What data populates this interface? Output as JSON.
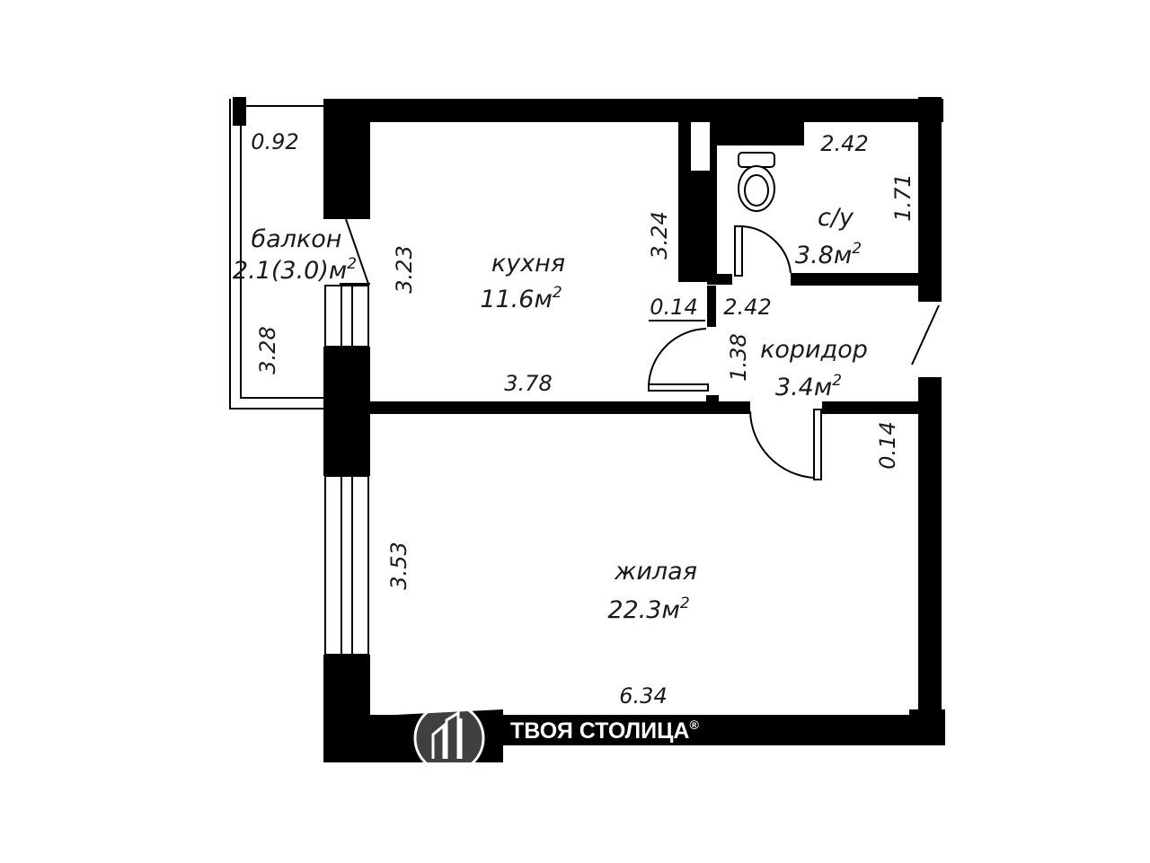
{
  "rooms": {
    "kitchen": {
      "name": "кухня",
      "area": "11.6м",
      "sup": "2"
    },
    "bathroom": {
      "name": "с/у",
      "area": "3.8м",
      "sup": "2"
    },
    "corridor": {
      "name": "коридор",
      "area": "3.4м",
      "sup": "2"
    },
    "living": {
      "name": "жилая",
      "area": "22.3м",
      "sup": "2"
    },
    "balcony": {
      "name": "балкон",
      "area": "2.1(3.0)м",
      "sup": "2"
    }
  },
  "dimensions": {
    "balcony_width": "0.92",
    "balcony_length": "3.28",
    "kitchen_height": "3.23",
    "kitchen_width": "3.78",
    "bath_wall": "3.24",
    "bath_width": "2.42",
    "bath_height": "1.71",
    "corridor_wall_thickness": "0.14",
    "corridor_width": "2.42",
    "corridor_length": "1.38",
    "corridor_right_thickness": "0.14",
    "living_height": "3.53",
    "living_width": "6.34"
  },
  "brand": {
    "name": "ТВОЯ СТОЛИЦА",
    "mark": "®"
  },
  "colors": {
    "wall": "#000000",
    "background": "#ffffff",
    "text": "#1a1a1a"
  }
}
